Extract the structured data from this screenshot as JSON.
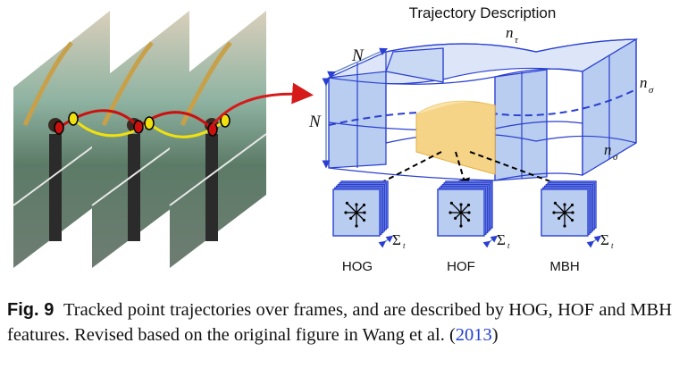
{
  "figure": {
    "title": "Trajectory Description",
    "labels": {
      "N_top": "N",
      "N_left": "N",
      "n_tau": "n",
      "n_tau_sub": "τ",
      "n_sigma_right": "n",
      "n_sigma_right_sub": "σ",
      "n_sigma_bottom": "n",
      "n_sigma_bottom_sub": "σ",
      "sum_symbol": "Σ",
      "sum_sub": "t"
    },
    "features": [
      {
        "name": "HOG"
      },
      {
        "name": "HOF"
      },
      {
        "name": "MBH"
      }
    ],
    "colors": {
      "cube_fill": "#b9cdf0",
      "cube_edge": "#2a3fd0",
      "trajectory": "#f5d488",
      "point_red": "#cc1010",
      "point_yellow": "#f0e010",
      "arrow_red": "#d61a1a"
    }
  },
  "caption": {
    "label": "Fig. 9",
    "text": "Tracked point trajectories over frames, and are described by HOG, HOF and MBH features. Revised based on the original figure in Wang et al. (",
    "cite_year": "2013",
    "text_end": ")"
  }
}
